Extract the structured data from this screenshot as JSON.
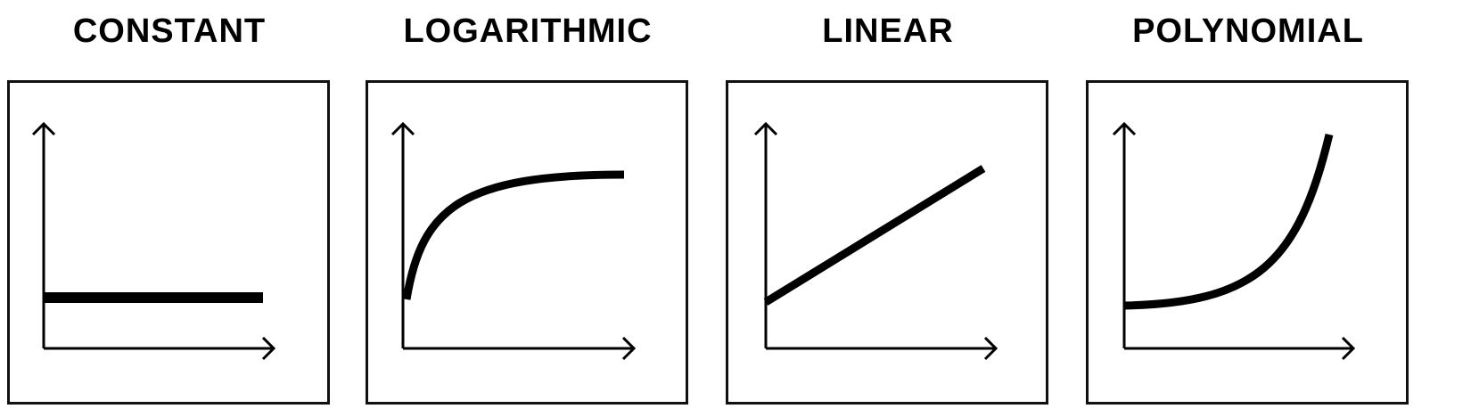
{
  "colors": {
    "stroke": "#000000",
    "background": "#ffffff"
  },
  "panels": [
    {
      "title": "CONSTANT",
      "curve": "constant"
    },
    {
      "title": "LOGARITHMIC",
      "curve": "logarithmic"
    },
    {
      "title": "LINEAR",
      "curve": "linear"
    },
    {
      "title": "POLYNOMIAL",
      "curve": "polynomial"
    }
  ]
}
